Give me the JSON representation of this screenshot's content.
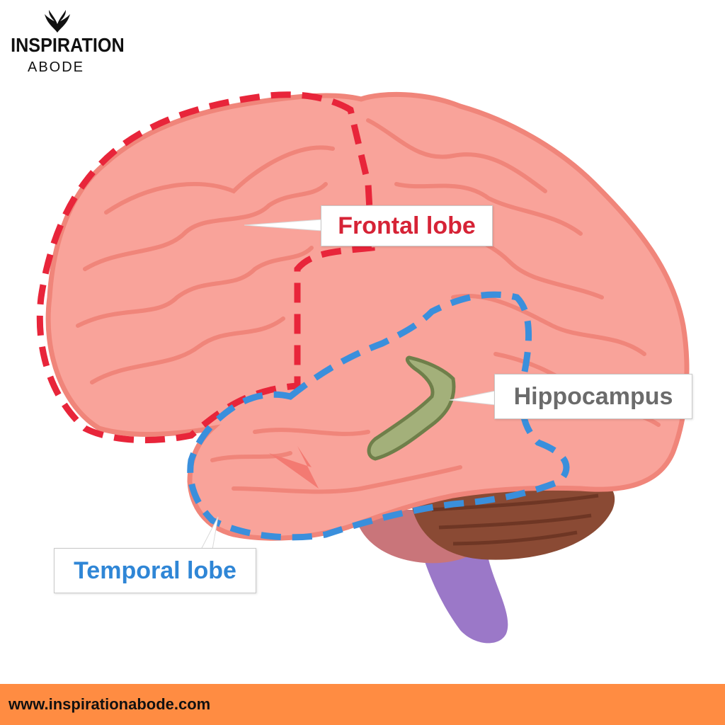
{
  "brand": {
    "name_top": "INSPIRATION",
    "name_bottom": "ABODE",
    "logo_icon": "wings-icon"
  },
  "labels": {
    "frontal": "Frontal lobe",
    "hippocampus": "Hippocampus",
    "temporal": "Temporal lobe"
  },
  "footer": {
    "url": "www.inspirationabode.com"
  },
  "colors": {
    "brain_fill": "#f9a39a",
    "brain_outline": "#f0857a",
    "frontal_outline": "#e8253a",
    "temporal_outline": "#3a8fdc",
    "hippocampus_fill": "#a3b07a",
    "cerebellum": "#8a4a34",
    "brainstem": "#9b78c8",
    "footer_bg": "#ff8c42",
    "frontal_text": "#d62336",
    "temporal_text": "#2f86d6",
    "hippocampus_text": "#6b6b6b"
  }
}
